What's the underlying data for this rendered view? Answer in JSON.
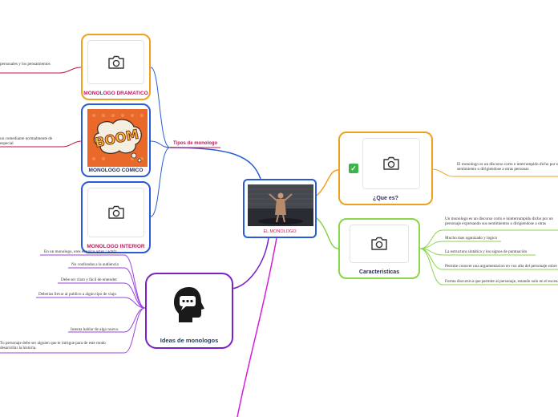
{
  "center": {
    "label": "EL MONOLOGO"
  },
  "que_es": {
    "title": "¿Que es?",
    "leaf": "El monologo es un discurso corto e interrumpido dicho por un personaje expresando su sentimiento o dirigiendose a otras personas"
  },
  "caracteristicas": {
    "title": "Caracteristicas",
    "leaves": [
      "Un monologo es un discurso corto e ininterrumpido dicho por un personaje expresando sus sentimientos o dirigiendose a otras personas",
      "Mucho mas oganizado y logico",
      "La estructura sintática y los signos de puntuación",
      "Permite conocer una argumentacion en voz alta del personaje sobre sus pensamientos",
      "Forma discursiva que permite al personaje, estando solo en el escenario, expresar sus ideas"
    ]
  },
  "tipos": {
    "label": "Tipos de monologo",
    "dramatico": {
      "title": "MONOLOGO DRAMATICO",
      "leaf": "personales y los pensamientos"
    },
    "comico": {
      "title": "MONOLOGO COMICO",
      "leaf": "un comediante normalmente de especial",
      "boom": "BOOM"
    },
    "interior": {
      "title": "MONOLOGO INTERIOR"
    }
  },
  "ideas": {
    "title": "Ideas de monologos",
    "leaves": [
      "En un monologo, eres el unico actor / actriz.",
      "No confundas a la audiencia",
      "Debe ser claro y fácil de entender.",
      "Deberias llevar al publico a algún tipo de viaje.",
      "Intenta hablar de algo nuevo.",
      "Tu personaje debe ser alguien que te intrigue para de este modo desarrollar la historia."
    ]
  },
  "colors": {
    "orange": "#f0a020",
    "green": "#8ad64a",
    "blue": "#2a5ad6",
    "purple": "#7a22c8",
    "magenta": "#c2185b",
    "crimson": "#b8183c"
  }
}
